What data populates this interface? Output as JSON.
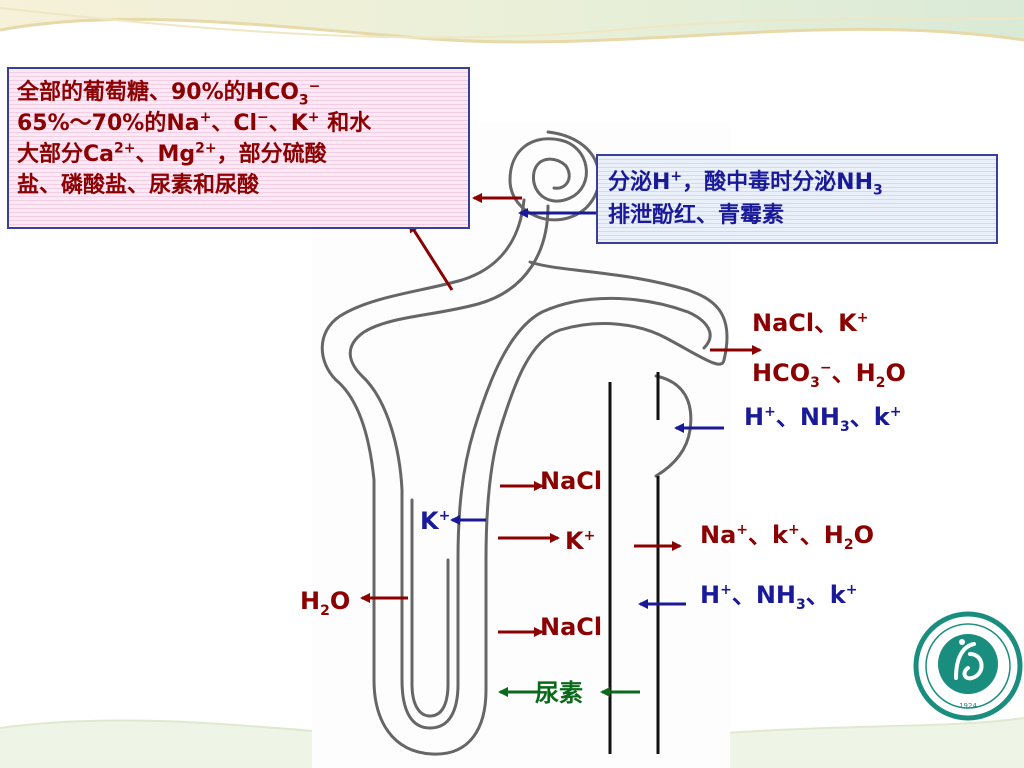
{
  "colors": {
    "reabsorption_red": "#8b0000",
    "secretion_blue": "#1a1a99",
    "urea_green": "#0a6a1a",
    "logo_teal": "#1a8e7e"
  },
  "proximal_box": {
    "line1_main": "全部的葡萄糖、90%的HCO",
    "line1_sub": "3",
    "line1_sup": "−",
    "line2_a": "65%～70%的Na",
    "line2_sup1": "+",
    "line2_b": "、Cl",
    "line2_sup2": "−",
    "line2_c": "、K",
    "line2_sup3": "+",
    "line2_d": " 和水",
    "line3_a": "大部分Ca",
    "line3_sup1": "2+",
    "line3_b": "、Mg",
    "line3_sup2": "2+",
    "line3_c": "，部分硫酸",
    "line4": "盐、磷酸盐、尿素和尿酸"
  },
  "secretion_box": {
    "line1_a": "分泌H",
    "line1_sup": "+",
    "line1_b": "，酸中毒时分泌NH",
    "line1_sub": "3",
    "line2": "排泄酚红、青霉素"
  },
  "distal_labels": {
    "nacl_k_a": "NaCl、K",
    "nacl_k_sup": "+",
    "hco3_a": "HCO",
    "hco3_sub": "3",
    "hco3_sup": "−",
    "hco3_b": "、H",
    "hco3_sub2": "2",
    "hco3_c": "O",
    "h_nh3_k_1": "H",
    "h_nh3_k_1_sup": "+",
    "h_nh3_k_1_b": "、NH",
    "h_nh3_k_1_sub": "3",
    "h_nh3_k_1_c": "、k",
    "h_nh3_k_1_sup2": "+"
  },
  "loop_labels": {
    "nacl_top": "NaCl",
    "k_left": "K",
    "k_left_sup": "+",
    "k_mid": "K",
    "k_mid_sup": "+",
    "h2o_a": "H",
    "h2o_sub": "2",
    "h2o_b": "O",
    "nacl_bottom": "NaCl",
    "urea": "尿素"
  },
  "collecting_labels": {
    "na_k_h2o_a": "Na",
    "na_k_h2o_sup1": "+",
    "na_k_h2o_b": "、k",
    "na_k_h2o_sup2": "+",
    "na_k_h2o_c": "、H",
    "na_k_h2o_sub": "2",
    "na_k_h2o_d": "O",
    "h_a": "H",
    "h_sup": "+",
    "h_b": "、NH",
    "h_sub": "3",
    "h_c": "、k",
    "h_sup2": "+"
  },
  "logo": {
    "year": "1924"
  }
}
